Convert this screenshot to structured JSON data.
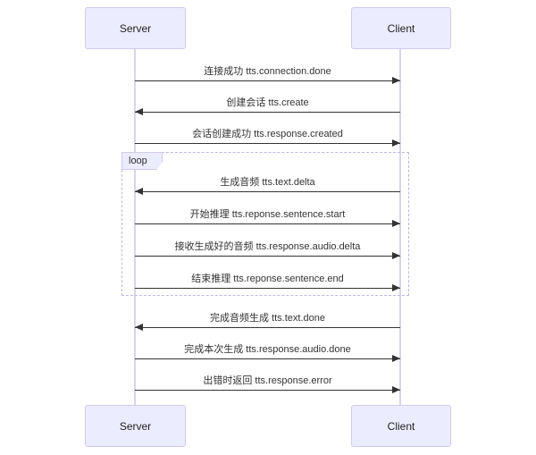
{
  "diagram": {
    "type": "sequence",
    "actors": {
      "left": {
        "label": "Server"
      },
      "right": {
        "label": "Client"
      }
    },
    "loop": {
      "label": "loop",
      "contains_messages": [
        3,
        4,
        5,
        6
      ]
    },
    "messages": [
      {
        "label": "连接成功 tts.connection.done",
        "from": "Server",
        "to": "Client",
        "direction": "right"
      },
      {
        "label": "创建会话 tts.create",
        "from": "Client",
        "to": "Server",
        "direction": "left"
      },
      {
        "label": "会话创建成功 tts.response.created",
        "from": "Server",
        "to": "Client",
        "direction": "right"
      },
      {
        "label": "生成音频 tts.text.delta",
        "from": "Client",
        "to": "Server",
        "direction": "left"
      },
      {
        "label": "开始推理 tts.reponse.sentence.start",
        "from": "Server",
        "to": "Client",
        "direction": "right"
      },
      {
        "label": "接收生成好的音频 tts.response.audio.delta",
        "from": "Server",
        "to": "Client",
        "direction": "right"
      },
      {
        "label": "结束推理 tts.reponse.sentence.end",
        "from": "Server",
        "to": "Client",
        "direction": "right"
      },
      {
        "label": "完成音频生成 tts.text.done",
        "from": "Client",
        "to": "Server",
        "direction": "left"
      },
      {
        "label": "完成本次生成 tts.response.audio.done",
        "from": "Server",
        "to": "Client",
        "direction": "right"
      },
      {
        "label": "出错时返回 tts.response.error",
        "from": "Server",
        "to": "Client",
        "direction": "right"
      }
    ],
    "colors": {
      "actor_fill": "#ECECFF",
      "actor_border": "#cfcbe9",
      "lifeline": "#d8d3ee",
      "arrow": "#333333",
      "loop_border": "#bcb8dd",
      "loop_label_fill": "#ECECFF",
      "text": "#333333",
      "background": "#ffffff"
    }
  }
}
